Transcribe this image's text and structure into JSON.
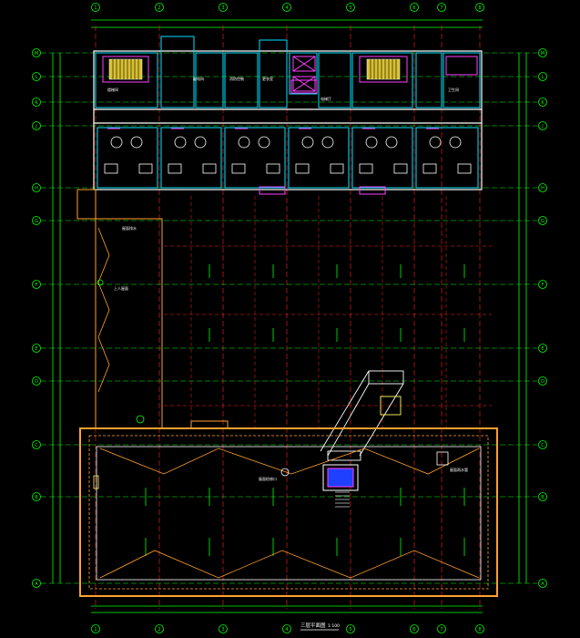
{
  "drawing": {
    "title": "三层平面图",
    "scale": "1:100",
    "grid_columns": [
      "1",
      "2",
      "3",
      "4",
      "5",
      "6",
      "7",
      "8"
    ],
    "grid_rows": [
      "A",
      "B",
      "C",
      "D",
      "E",
      "F",
      "G",
      "H",
      "J",
      "K",
      "L",
      "M"
    ],
    "room_labels": [
      "配电间",
      "消防控制",
      "更衣室",
      "楼梯间",
      "电梯厅",
      "卫生间"
    ],
    "annotations": [
      "屋面排水",
      "上人屋面",
      "屋面检修口",
      "屋面雨水管"
    ]
  },
  "colors": {
    "grid": "#00ff00",
    "column_grid": "#ff2020",
    "walls": "#ffffff",
    "rooms": "#00e5ff",
    "doors": "#ff40ff",
    "roof": "#ffa030",
    "dims": "#00ff00"
  }
}
